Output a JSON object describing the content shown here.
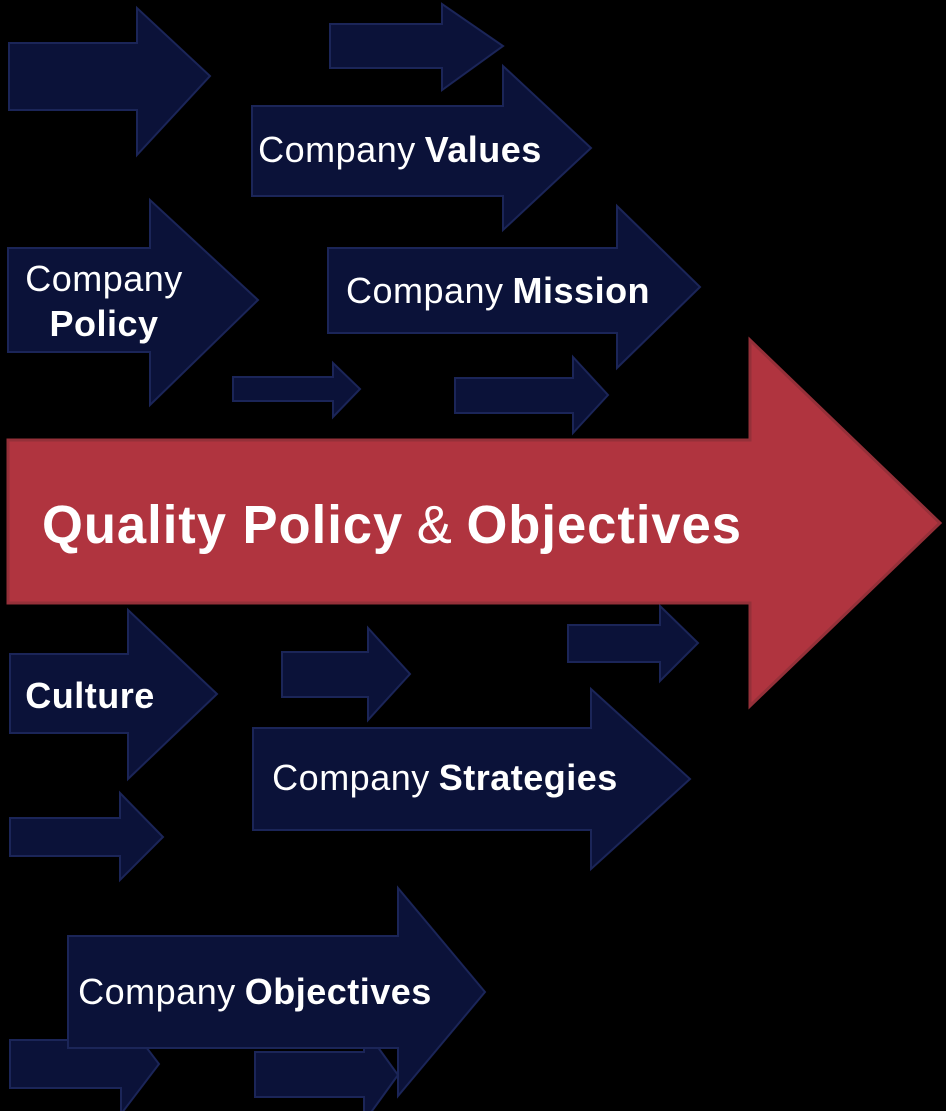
{
  "diagram": {
    "kind": "arrow-flow-diagram",
    "background": "#000000",
    "labels": {
      "values": {
        "prefix": "Company",
        "bold": "Values"
      },
      "mission": {
        "prefix": "Company",
        "bold": "Mission"
      },
      "policy": {
        "line1": "Company",
        "line2_bold": "Policy"
      },
      "culture": {
        "bold": "Culture"
      },
      "strategies": {
        "prefix": "Company",
        "bold": "Strategies"
      },
      "objectives": {
        "prefix": "Company",
        "bold": "Objectives"
      },
      "main": {
        "bold1": "Quality Policy",
        "amp": "&",
        "bold2": "Objectives"
      }
    },
    "colors": {
      "background": "#000000",
      "navy_fill": "#0b1239",
      "navy_stroke": "#1b2558",
      "red_fill": "#b0343f",
      "red_stroke": "#953039",
      "text": "#ffffff"
    }
  }
}
